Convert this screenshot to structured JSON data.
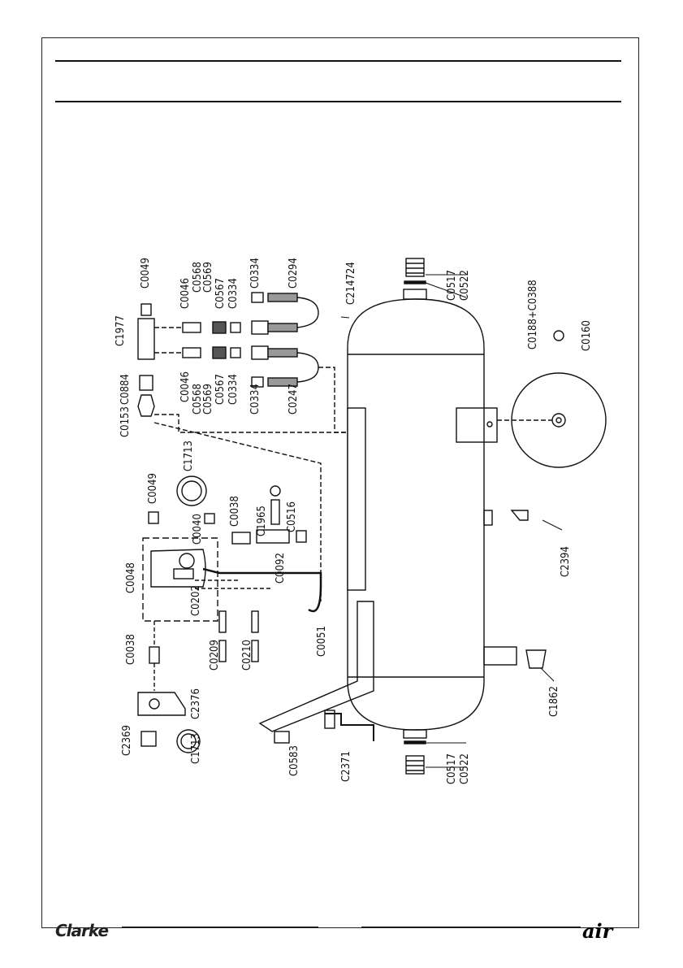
{
  "brand_left": "Clarke",
  "brand_right": "air",
  "labels": {
    "C0049_top": "C0049",
    "C1977": "C1977",
    "C0884": "C0884",
    "C0153": "C0153",
    "C0046_a": "C0046",
    "C0046_b": "C0046",
    "C0568_a": "C0568",
    "C0569_a": "C0569",
    "C0568_b": "C0568",
    "C0569_b": "C0569",
    "C0567_a": "C0567",
    "C0567_b": "C0567",
    "C0334_a": "C0334",
    "C0334_b": "C0334",
    "C0334_c": "C0334",
    "C0334_d": "C0334",
    "C0294": "C0294",
    "C0247": "C0247",
    "C214724": "C214724",
    "C0517_top": "C0517",
    "C0522_top": "C0522",
    "C0188": "C0188+C0388",
    "C0160": "C0160",
    "C0049_mid": "C0049",
    "C1713_top": "C1713",
    "C0040": "C0040",
    "C0038_a": "C0038",
    "C1965": "C1965",
    "C0516": "C0516",
    "C0048": "C0048",
    "C0092": "C0092",
    "C0202": "C0202",
    "C0051": "C0051",
    "C2394": "C2394",
    "C0038_b": "C0038",
    "C0209": "C0209",
    "C0210": "C0210",
    "C2369": "C2369",
    "C2376": "C2376",
    "C1713_bot": "C1713",
    "C0583": "C0583",
    "C2371": "C2371",
    "C0517_bot": "C0517",
    "C0522_bot": "C0522",
    "C1862": "C1862"
  }
}
